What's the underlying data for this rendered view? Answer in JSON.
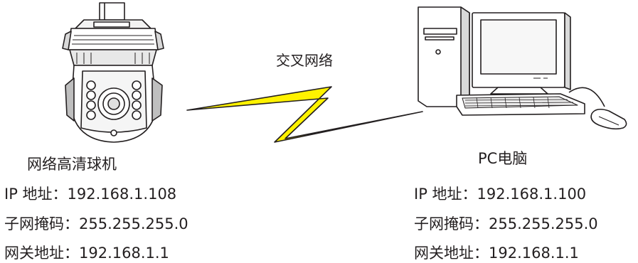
{
  "link": {
    "label": "交叉网络"
  },
  "camera": {
    "name": "网络高清球机",
    "ip": "IP 地址：192.168.1.108",
    "mask": "子网掩码：255.255.255.0",
    "gateway": "网关地址：192.168.1.1"
  },
  "pc": {
    "name": "PC电脑",
    "ip": "IP 地址：192.168.1.100",
    "mask": "子网掩码：255.255.255.0",
    "gateway": "网关地址：192.168.1.1"
  },
  "colors": {
    "bolt_fill": "#fff200",
    "outline": "#231f20",
    "fill_light": "#ffffff",
    "fill_gray": "#d9d9d9"
  }
}
